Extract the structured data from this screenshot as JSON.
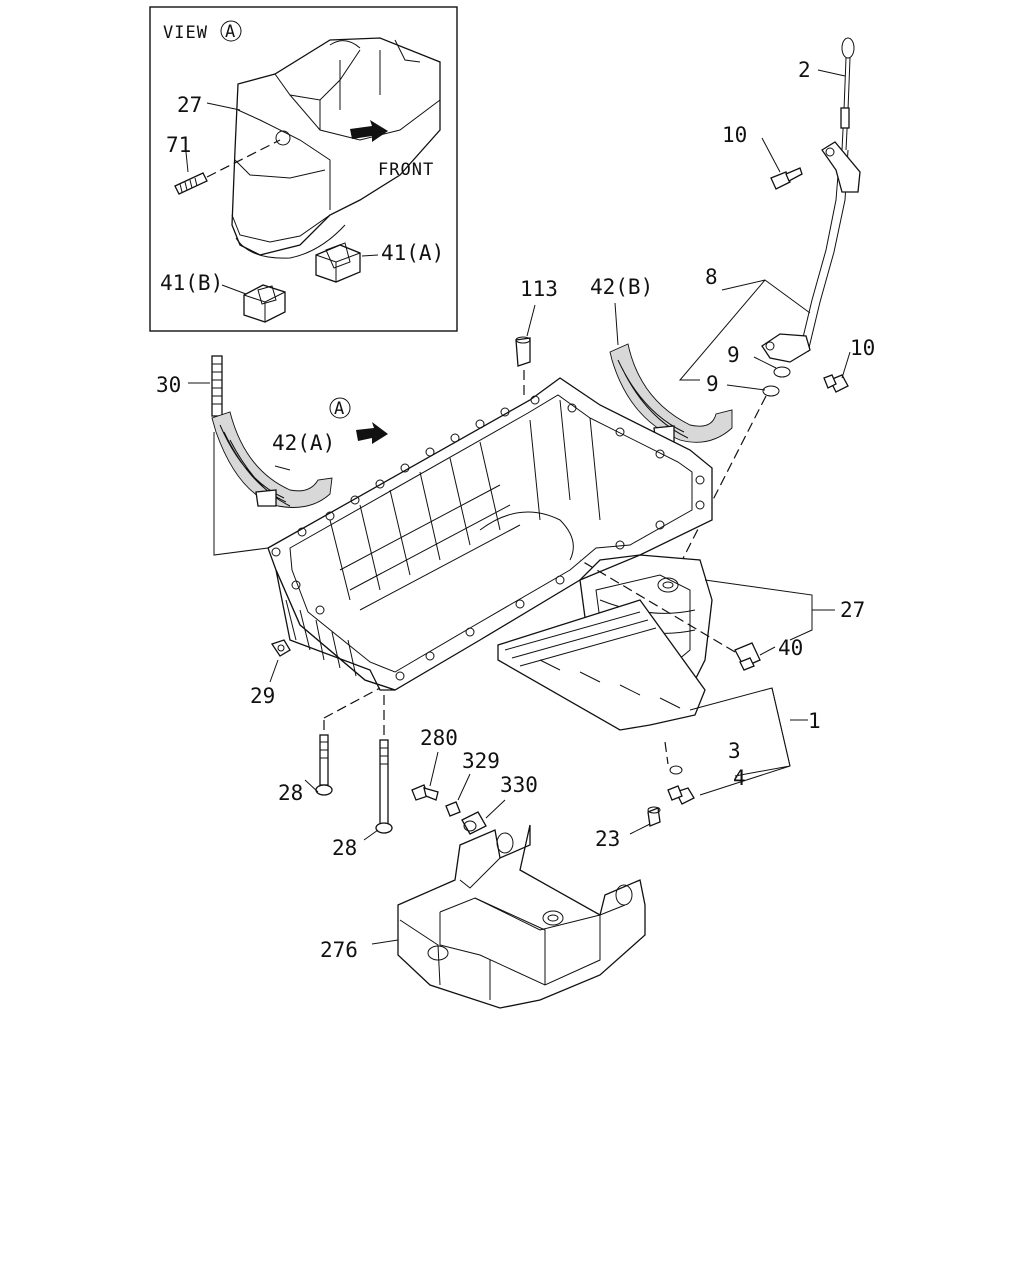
{
  "diagram": {
    "view_box": {
      "label": "VIEW",
      "marker": "A",
      "front_label": "FRONT"
    },
    "section_marker": "A",
    "callouts": {
      "c2": "2",
      "c10a": "10",
      "c10b": "10",
      "c8": "8",
      "c9a": "9",
      "c9b": "9",
      "c113": "113",
      "c42b": "42(B)",
      "c42a": "42(A)",
      "c30": "30",
      "c27v": "27",
      "c71": "71",
      "c41a": "41(A)",
      "c41b": "41(B)",
      "c27": "27",
      "c40": "40",
      "c1": "1",
      "c3": "3",
      "c4": "4",
      "c29": "29",
      "c28a": "28",
      "c28b": "28",
      "c280": "280",
      "c329": "329",
      "c330": "330",
      "c23": "23",
      "c276": "276"
    }
  }
}
